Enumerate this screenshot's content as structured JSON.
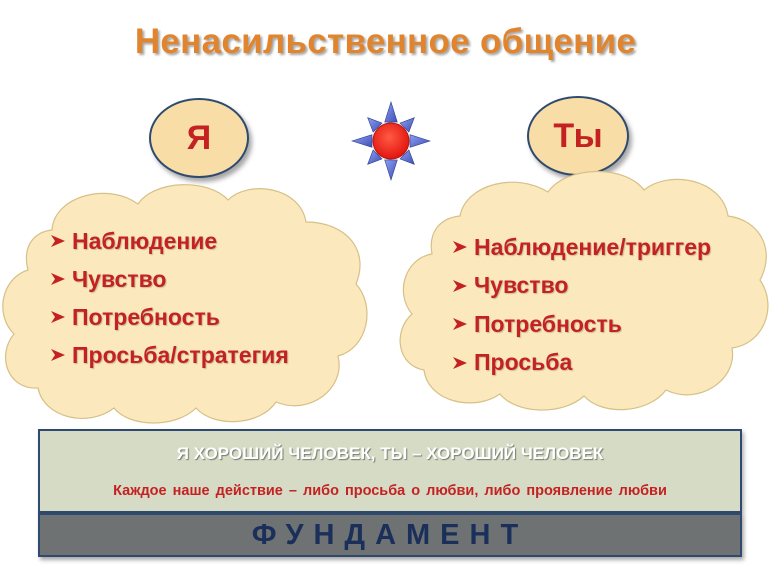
{
  "title": "Ненасильственное общение",
  "left_oval": {
    "label": "Я"
  },
  "right_oval": {
    "label": "Ты"
  },
  "left_cloud": {
    "items": [
      "Наблюдение",
      "Чувство",
      "Потребность",
      "Просьба/стратегия"
    ]
  },
  "right_cloud": {
    "items": [
      "Наблюдение/триггер",
      "Чувство",
      "Потребность",
      "Просьба"
    ]
  },
  "foundation": {
    "headline": "Я ХОРОШИЙ ЧЕЛОВЕК, ТЫ – ХОРОШИЙ ЧЕЛОВЕК",
    "subline": "Каждое наше действие – либо просьба о любви, либо проявление любви",
    "base_label": "ФУНДАМЕНТ"
  },
  "icons": {
    "center": "sun-icon",
    "bullet": "arrow-bullet-icon"
  },
  "colors": {
    "title": "#e0852e",
    "accent_text": "#c42222",
    "oval_fill": "#f8dda6",
    "cloud_fill": "#fbe9bd",
    "outline": "#2f4a6e",
    "foundation_fill": "#d6dbc6",
    "base_fill": "#6f7272",
    "sun_core": "#ee2a1f",
    "sun_rays": "#5b6fd8"
  }
}
